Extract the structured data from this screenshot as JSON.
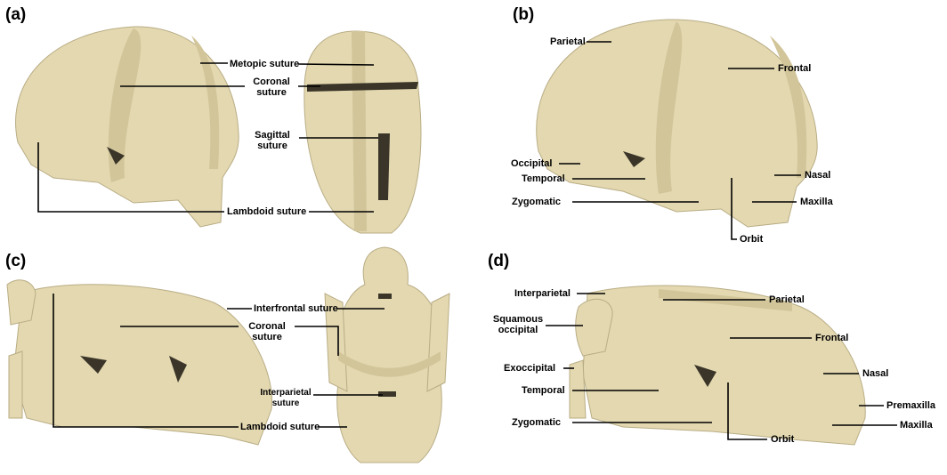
{
  "panels": {
    "a": {
      "tag": "(a)",
      "labels": {
        "metopic": "Metopic suture",
        "coronal_1": "Coronal",
        "coronal_2": "suture",
        "sagittal_1": "Sagittal",
        "sagittal_2": "suture",
        "lambdoid": "Lambdoid suture"
      }
    },
    "b": {
      "tag": "(b)",
      "labels": {
        "parietal": "Parietal",
        "frontal": "Frontal",
        "occipital": "Occipital",
        "nasal": "Nasal",
        "temporal": "Temporal",
        "zygomatic": "Zygomatic",
        "maxilla": "Maxilla",
        "orbit": "Orbit"
      }
    },
    "c": {
      "tag": "(c)",
      "labels": {
        "interfrontal": "Interfrontal suture",
        "coronal_1": "Coronal",
        "coronal_2": "suture",
        "interparietal_1": "Interparietal",
        "interparietal_2": "suture",
        "lambdoid": "Lambdoid suture"
      }
    },
    "d": {
      "tag": "(d)",
      "labels": {
        "interparietal": "Interparietal",
        "parietal": "Parietal",
        "squamous_1": "Squamous",
        "squamous_2": "occipital",
        "frontal": "Frontal",
        "exoccipital": "Exoccipital",
        "nasal": "Nasal",
        "temporal": "Temporal",
        "premaxilla": "Premaxilla",
        "zygomatic": "Zygomatic",
        "maxilla": "Maxilla",
        "orbit": "Orbit"
      }
    }
  },
  "colors": {
    "bone": "#e3d8b0"
  }
}
